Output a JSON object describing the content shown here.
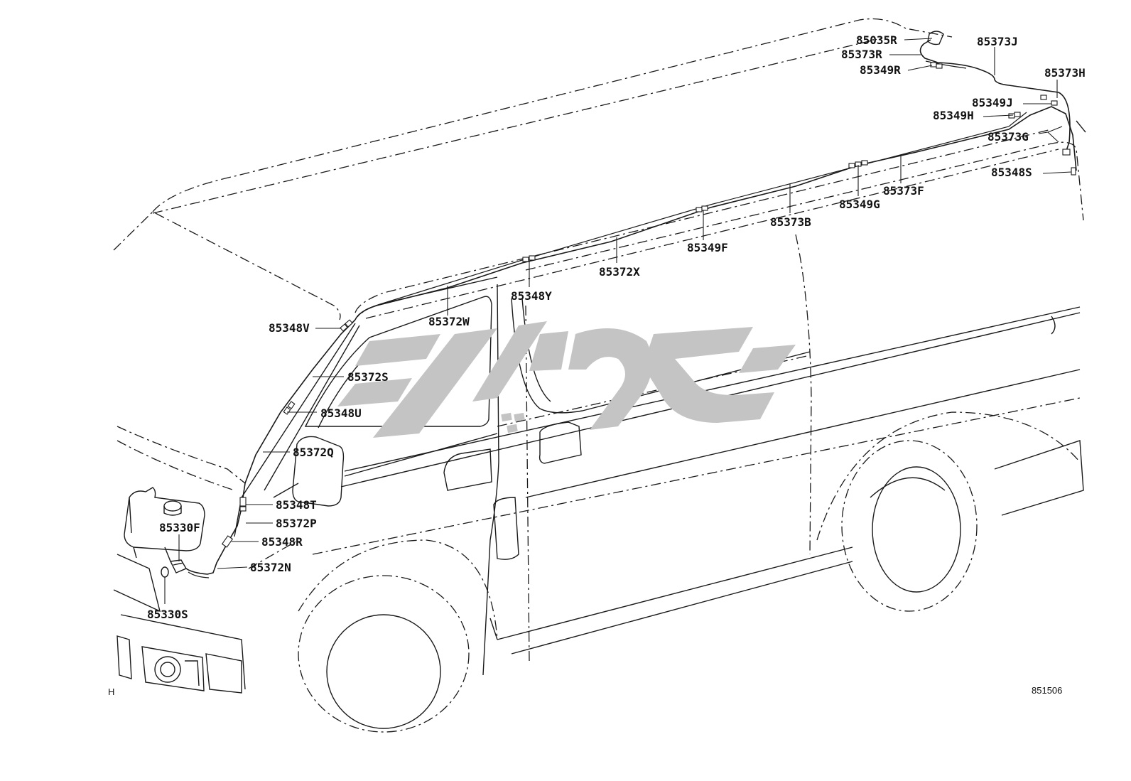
{
  "diagram": {
    "corner_code": "H",
    "figure_number": "851506",
    "colors": {
      "line": "#1a1a1a",
      "watermark": "#c4c4c4",
      "background": "#ffffff"
    },
    "part_labels": {
      "p85035R": "85035R",
      "p85373J": "85373J",
      "p85373R": "85373R",
      "p85349R": "85349R",
      "p85373H": "85373H",
      "p85349J": "85349J",
      "p85349H": "85349H",
      "p85373G": "85373G",
      "p85348S": "85348S",
      "p85373F": "85373F",
      "p85349G": "85349G",
      "p85373B": "85373B",
      "p85349F": "85349F",
      "p85372X": "85372X",
      "p85348Y": "85348Y",
      "p85372W": "85372W",
      "p85348V": "85348V",
      "p85372S": "85372S",
      "p85348U": "85348U",
      "p85372Q": "85372Q",
      "p85348T": "85348T",
      "p85330F": "85330F",
      "p85372P": "85372P",
      "p85348R": "85348R",
      "p85372N": "85372N",
      "p85330S": "85330S"
    }
  }
}
